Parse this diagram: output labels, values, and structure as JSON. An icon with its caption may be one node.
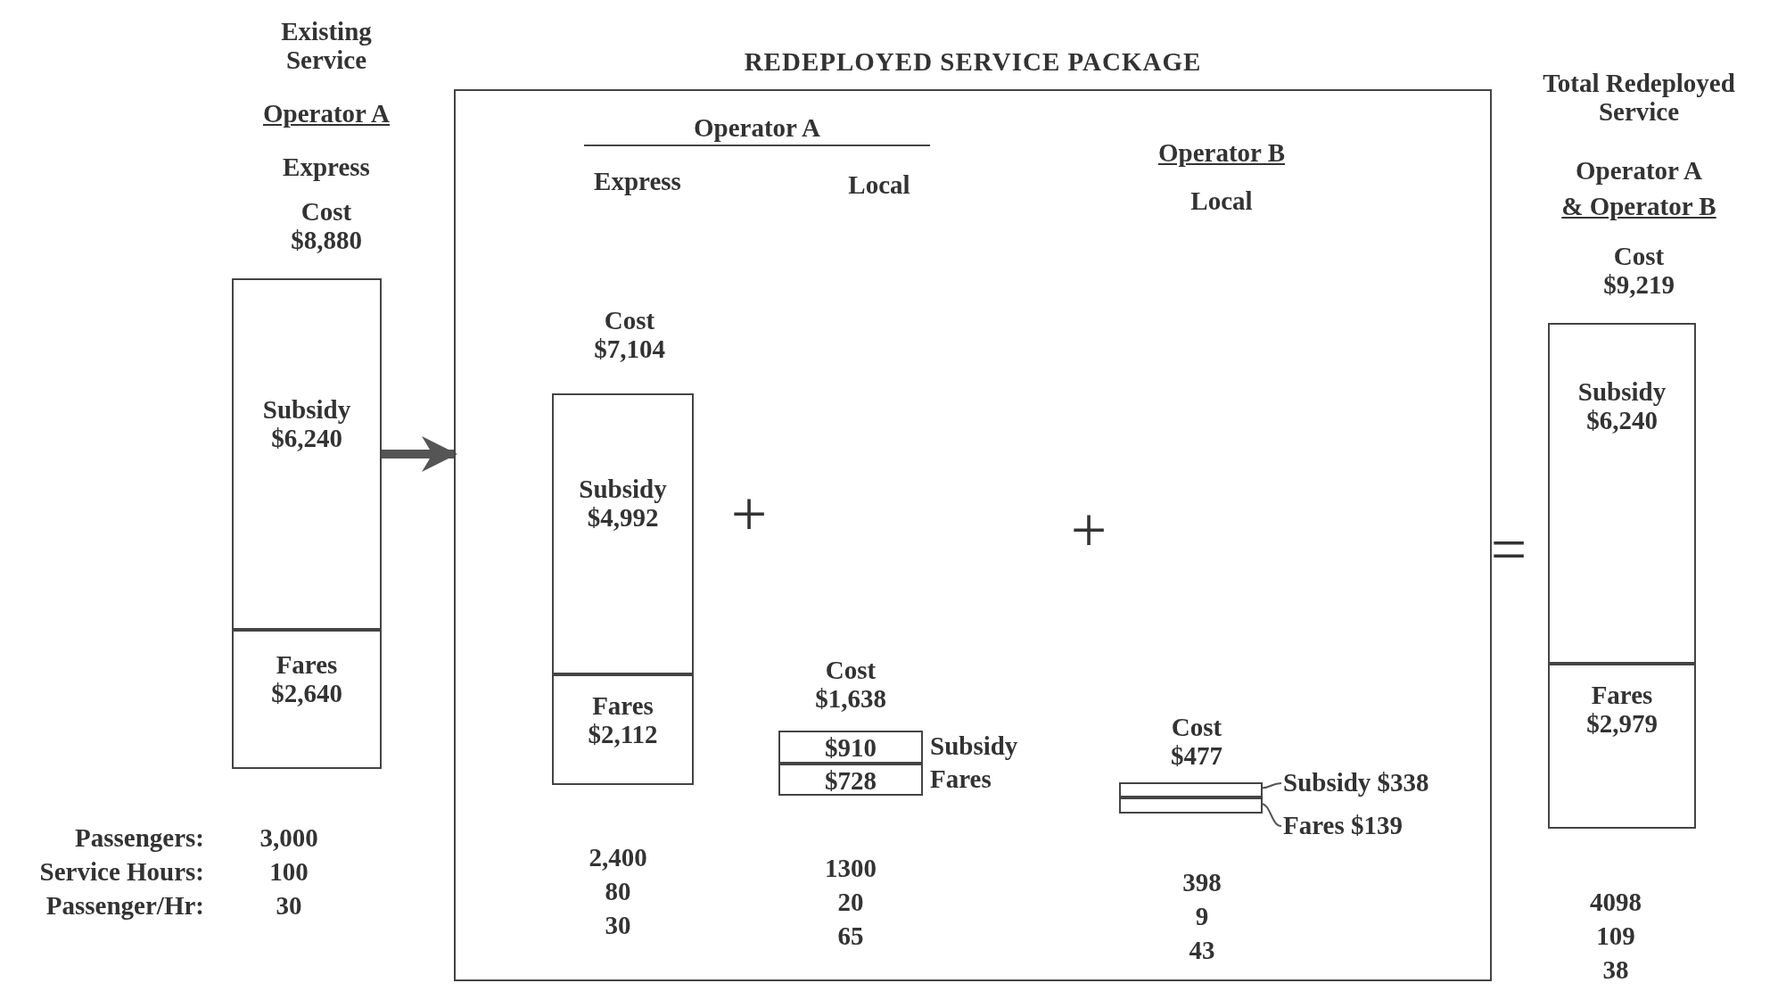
{
  "diagram": {
    "nodes": [
      {
        "text": [
          "Subsidy $6,240"
        ]
      },
      {
        "text": [
          "Fares $2,640"
        ]
      },
      {
        "text": [
          "REDEPLOYED SERVICE PACKAGE"
        ]
      },
      {
        "text": [
          "Subsidy $4,992"
        ],
        "in": 2
      },
      {
        "text": [
          "Fares $2,112"
        ],
        "in": 2
      },
      {
        "text": [
          "$910"
        ],
        "in": 2,
        "beside": [
          "Subsidy"
        ]
      },
      {
        "text": [
          "$728"
        ],
        "in": 2,
        "beside": [
          "Fares"
        ]
      },
      {
        "text": [],
        "shape": "bar",
        "in": 2
      },
      {
        "text": [],
        "shape": "bar",
        "in": 2
      },
      {
        "text": [
          "Subsidy $338"
        ],
        "in": 2
      },
      {
        "text": [
          "Fares $139"
        ],
        "in": 2
      },
      {
        "text": [
          "Subsidy $6,240"
        ]
      },
      {
        "text": [
          "Fares $2,979"
        ]
      }
    ],
    "edges": [
      {
        "from": 0,
        "to": 2,
        "arrow": "to",
        "style": "thick"
      },
      {
        "from": 9,
        "to": 7,
        "arrow": "none"
      },
      {
        "from": 10,
        "to": 8,
        "arrow": "none"
      }
    ],
    "labels": [
      "Existing Service",
      "Operator A",
      "Express",
      "Cost $8,880",
      "Total Redeployed Service",
      "Operator A",
      "& Operator B",
      "Cost $9,219",
      "Operator A",
      "Express",
      "Local",
      "Operator B",
      "Local",
      "Cost $7,104",
      "+",
      "+",
      "=",
      "Cost $1,638",
      "Cost $477",
      "Passengers:",
      "Service Hours:",
      "Passenger/Hr:",
      "3,000",
      "100",
      "30",
      "2,400",
      "80",
      "30",
      "1300",
      "20",
      "65",
      "398",
      "9",
      "43",
      "4098",
      "109",
      "38"
    ]
  }
}
